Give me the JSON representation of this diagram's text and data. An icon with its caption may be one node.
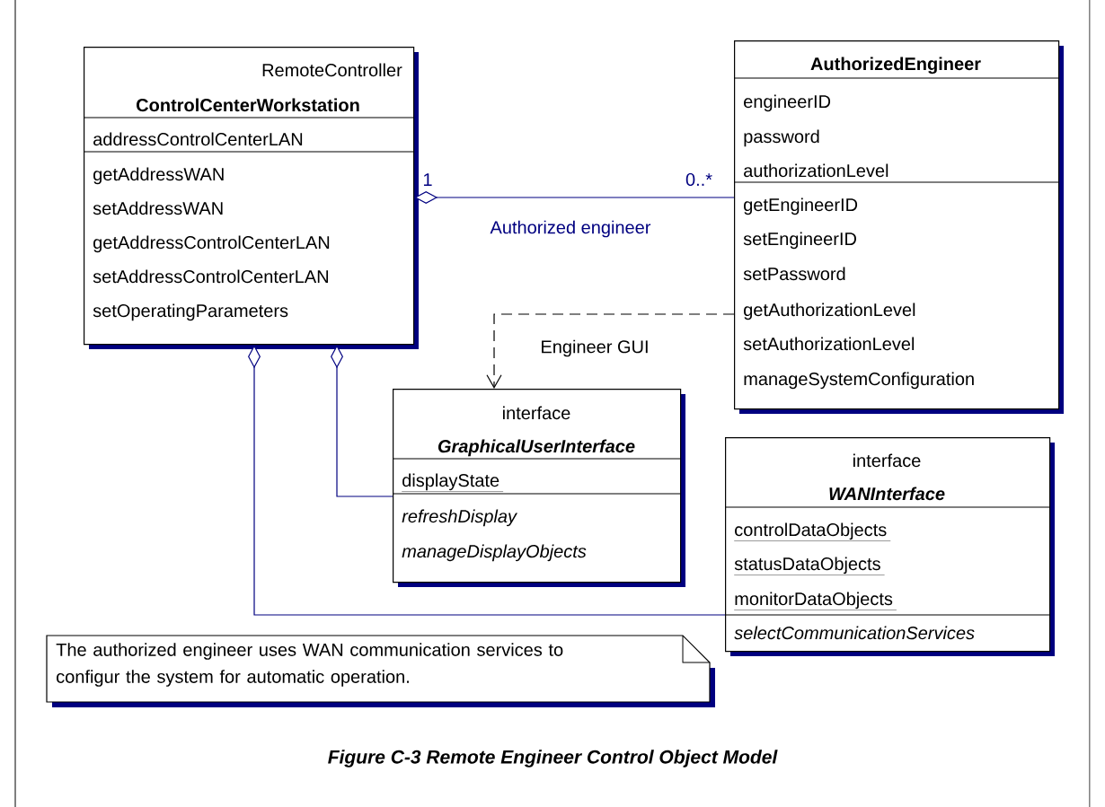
{
  "diagram": {
    "caption": "Figure C-3 Remote Engineer Control Object Model",
    "nodes": [
      {
        "text": [
          "RemoteController",
          "ControlCenterWorkstation",
          "addressControlCenterLAN",
          "getAddressWAN",
          "setAddressWAN",
          "getAddressControlCenterLAN",
          "setAddressControlCenterLAN",
          "setOperatingParameters"
        ]
      },
      {
        "text": [
          "AuthorizedEngineer",
          "engineerID",
          "password",
          "authorizationLevel",
          "getEngineerID",
          "setEngineerID",
          "setPassword",
          "getAuthorizationLevel",
          "setAuthorizationLevel",
          "manageSystemConfiguration"
        ]
      },
      {
        "text": [
          "interface",
          "GraphicalUserInterface",
          "displayState",
          "refreshDisplay",
          "manageDisplayObjects"
        ]
      },
      {
        "text": [
          "interface",
          "WANInterface",
          "controlDataObjects",
          "statusDataObjects",
          "monitorDataObjects",
          "selectCommunicationServices"
        ]
      },
      {
        "text": [
          "The authorized engineer uses WAN communication services to configur the system for automatic operation."
        ]
      }
    ],
    "edges": [
      {
        "from": 1,
        "to": 0,
        "arrow": "other",
        "label": "Authorized engineer"
      },
      {
        "from": 1,
        "to": 2,
        "arrow": "to",
        "label": "Engineer GUI",
        "style": "dashed",
        "color": "#000000"
      },
      {
        "from": 2,
        "to": 0,
        "arrow": "other"
      },
      {
        "from": 3,
        "to": 0,
        "arrow": "other"
      }
    ],
    "labels": [
      "1",
      "0..*"
    ]
  }
}
